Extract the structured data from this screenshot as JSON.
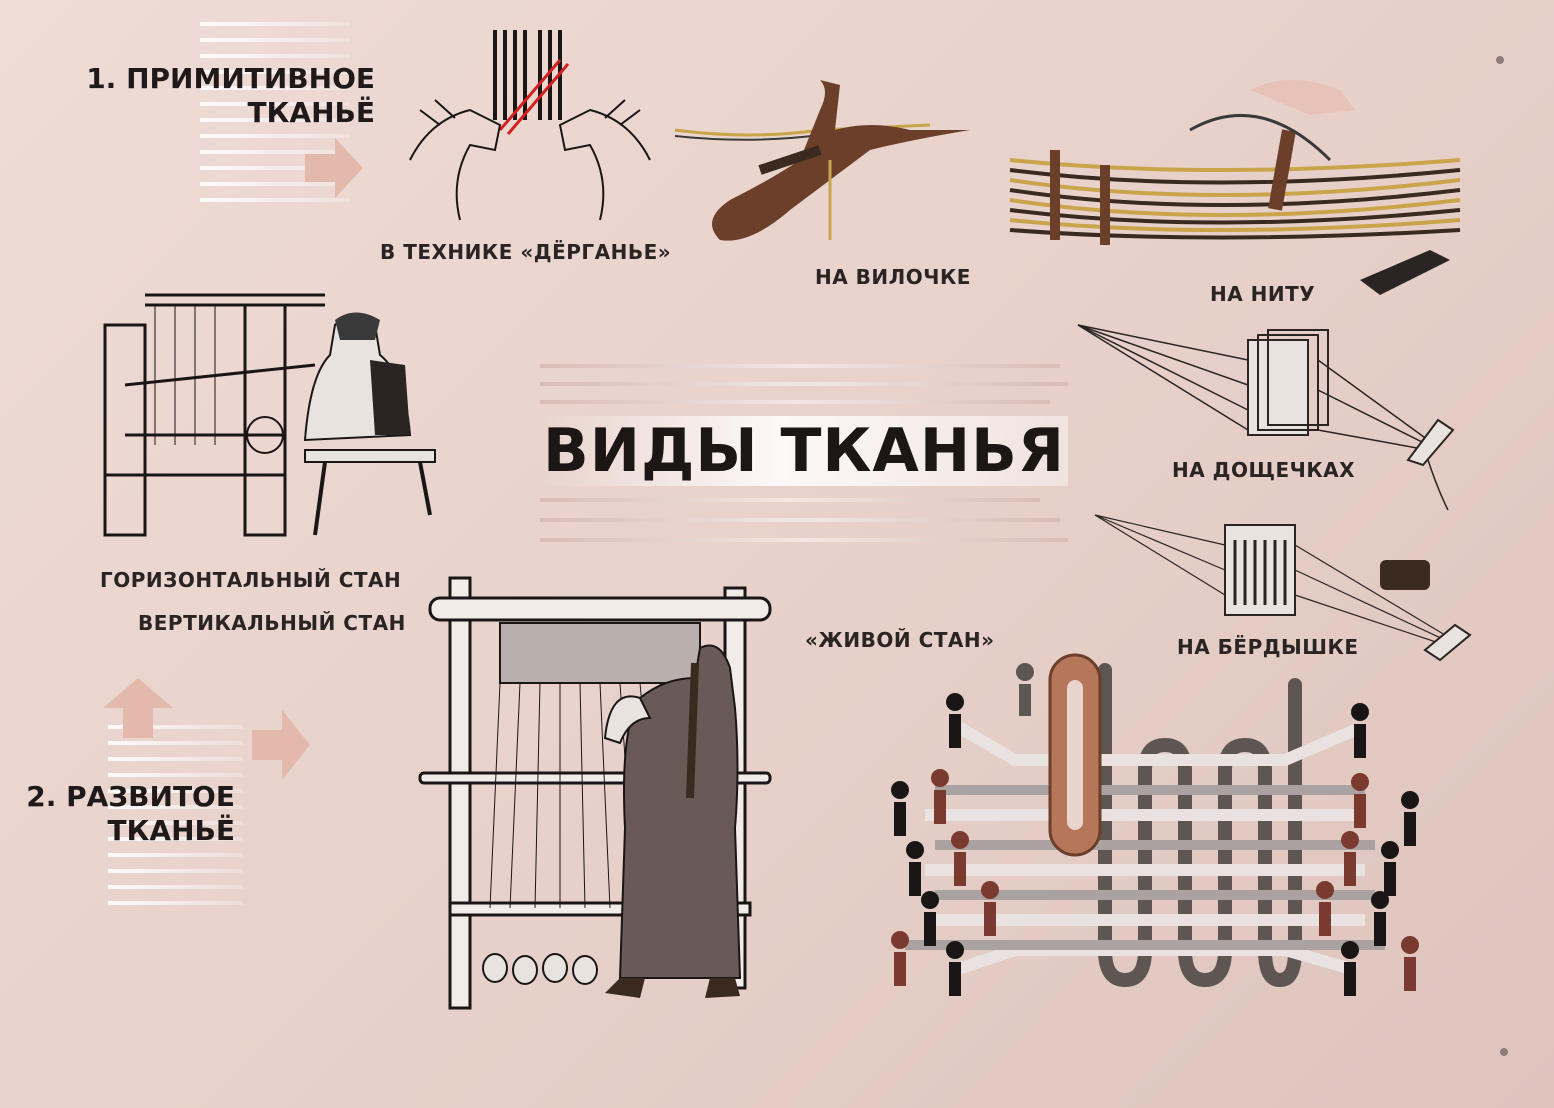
{
  "title": "ВИДЫ ТКАНЬЯ",
  "sections": {
    "primitive": "1. ПРИМИТИВНОЕ\nТКАНЬЁ",
    "developed": "2. РАЗВИТОЕ\nТКАНЬЁ"
  },
  "labels": {
    "dergane": "В ТЕХНИКЕ «ДЁРГАНЬЕ»",
    "vilochka": "НА ВИЛОЧКЕ",
    "nitu": "НА НИТУ",
    "doshchechki": "НА ДОЩЕЧКАХ",
    "berdyshko": "НА БЁРДЫШКЕ",
    "horizontal": "ГОРИЗОНТАЛЬНЫЙ СТАН",
    "vertical": "ВЕРТИКАЛЬНЫЙ СТАН",
    "zhivoy": "«ЖИВОЙ СТАН»"
  },
  "colors": {
    "background": "#e8d3cd",
    "arrow": "#e3b9ab",
    "figure_dark": "#1a1616",
    "figure_red": "#7a3a30",
    "shuttle": "#b5765a",
    "wood": "#6b3f2a"
  },
  "icons": [
    "hands-icon",
    "fork-icon",
    "stick-loom-icon",
    "tablet-icon",
    "reed-icon",
    "horizontal-loom-icon",
    "vertical-loom-icon",
    "living-loom-icon"
  ]
}
